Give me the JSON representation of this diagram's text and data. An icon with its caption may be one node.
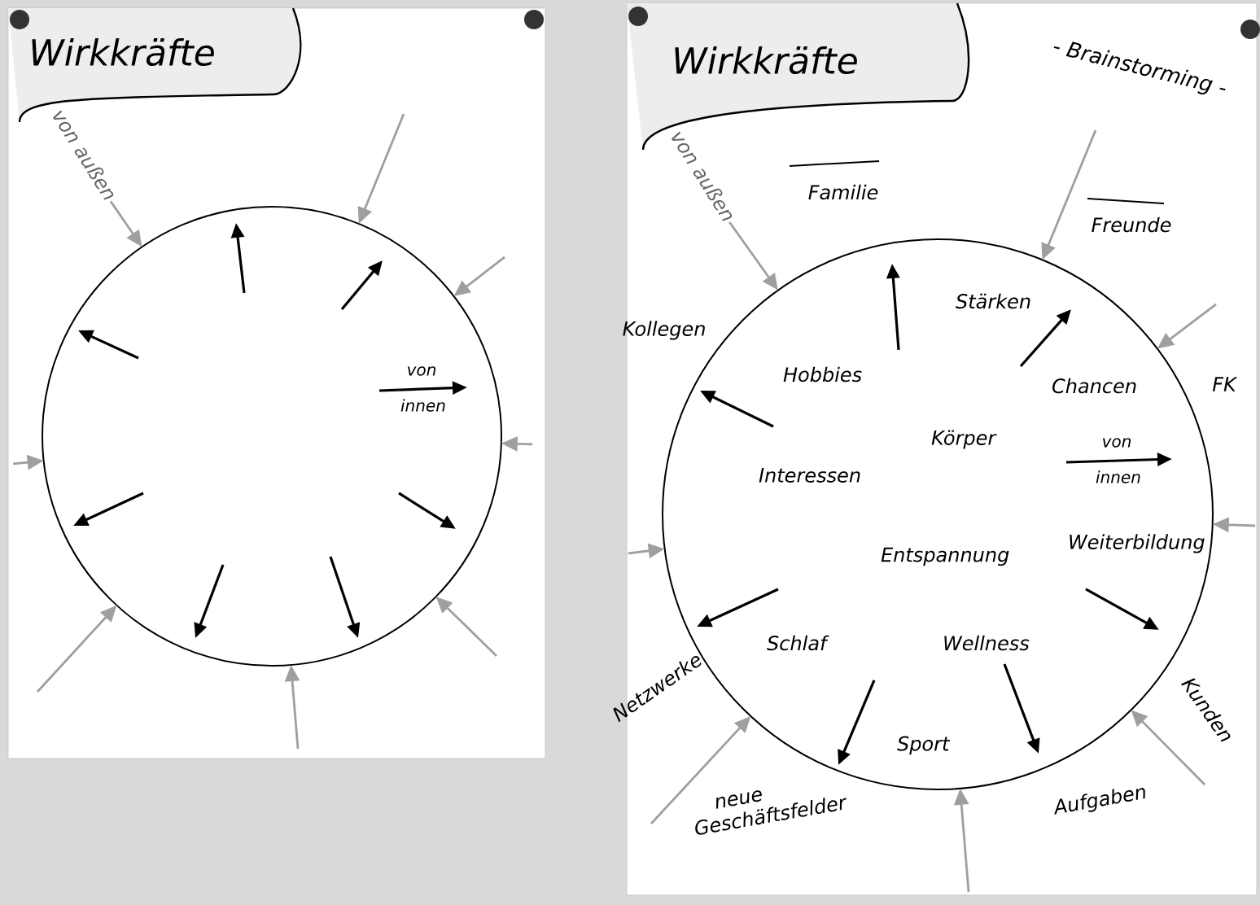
{
  "diagram": {
    "nodes": [
      {
        "text": [
          "Wirkkräfte"
        ]
      },
      {
        "text": [
          "von innen"
        ],
        "in": 0
      },
      {
        "text": [
          "Wirkkräfte",
          "- Brainstorming -"
        ]
      },
      {
        "text": [
          "Stärken",
          "Hobbies",
          "Chancen",
          "Körper",
          "von innen",
          "Interessen",
          "Entspannung",
          "Weiterbildung",
          "Schlaf",
          "Wellness",
          "Sport"
        ],
        "in": 2
      }
    ],
    "edges": [
      {
        "from": null,
        "to": 1,
        "arrow": "to",
        "label": "von außen"
      },
      {
        "from": null,
        "to": 1,
        "arrow": "to"
      },
      {
        "from": null,
        "to": 1,
        "arrow": "to"
      },
      {
        "from": null,
        "to": 1,
        "arrow": "to"
      },
      {
        "from": null,
        "to": 1,
        "arrow": "to"
      },
      {
        "from": null,
        "to": 1,
        "arrow": "to"
      },
      {
        "from": null,
        "to": 1,
        "arrow": "to"
      },
      {
        "from": null,
        "to": 1,
        "arrow": "to"
      },
      {
        "from": null,
        "to": 3,
        "arrow": "to",
        "label": "von außen"
      },
      {
        "from": null,
        "to": 3,
        "arrow": "to"
      },
      {
        "from": null,
        "to": 3,
        "arrow": "to"
      },
      {
        "from": null,
        "to": 3,
        "arrow": "to"
      },
      {
        "from": null,
        "to": 3,
        "arrow": "to"
      },
      {
        "from": null,
        "to": 3,
        "arrow": "to"
      },
      {
        "from": null,
        "to": 3,
        "arrow": "to"
      },
      {
        "from": null,
        "to": 3,
        "arrow": "to"
      }
    ],
    "labels": [
      "Familie",
      "Freunde",
      "Kollegen",
      "FK",
      "Netzwerke",
      "Kunden",
      "Aufgaben",
      "neue Geschäftsfelder"
    ]
  }
}
